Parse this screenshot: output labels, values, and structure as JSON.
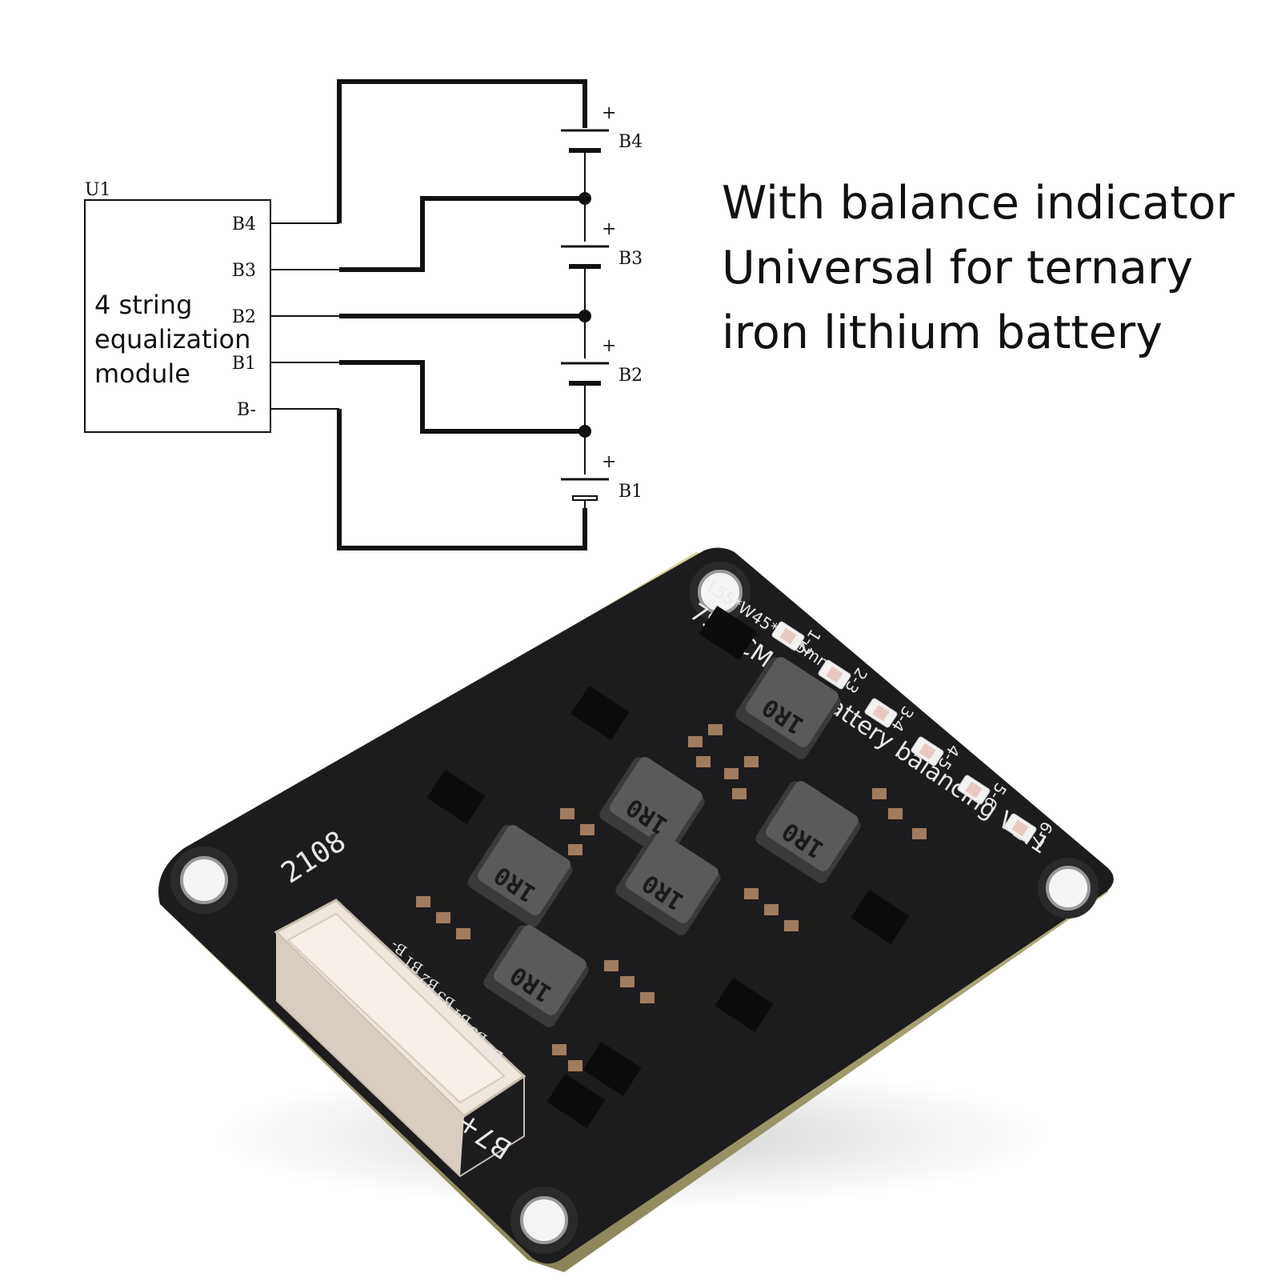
{
  "heading": {
    "line1": "With balance indicator",
    "line2": "Universal for ternary",
    "line3": "iron lithium battery"
  },
  "schematic": {
    "module_ref": "U1",
    "module_name": [
      "4 string",
      "equalization",
      "module"
    ],
    "pins": [
      "B4",
      "B3",
      "B2",
      "B1",
      "B-"
    ],
    "cells": [
      {
        "label": "B4",
        "polarity": "+"
      },
      {
        "label": "B3",
        "polarity": "+"
      },
      {
        "label": "B2",
        "polarity": "+"
      },
      {
        "label": "B1",
        "polarity": "+"
      }
    ]
  },
  "board": {
    "title": "7S NCM/LFP Battery balancing V1.1",
    "dimensions": "L55*W45*T6.5mm",
    "date_code": "2108",
    "inductor_marking": "1R0",
    "inductor_count": 6,
    "connector_pins": [
      "B-",
      "B1",
      "B2",
      "B3",
      "B4",
      "B5",
      "B6"
    ],
    "connector_top_pin": "B7+",
    "led_labels": [
      "1-2",
      "2-3",
      "3-4",
      "4-5",
      "5-6",
      "6-7"
    ],
    "colors": {
      "pcb": "#1c1c1e",
      "pcb_edge": "#c9c27a",
      "connector": "#efe6dc",
      "inductor": "#5a5a5c",
      "capacitor": "#a07c5e",
      "led_lens": "#e8c8c0"
    }
  }
}
